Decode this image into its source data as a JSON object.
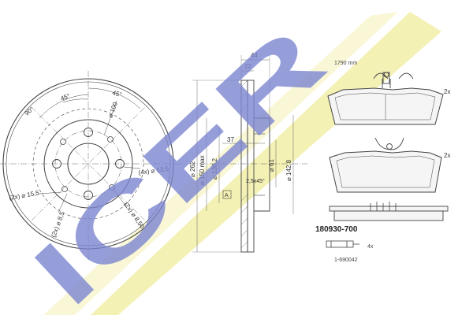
{
  "watermark": {
    "text": "ICER",
    "stripe_color": "#f3efad",
    "letter_color": "#7d86d1"
  },
  "disc_front": {
    "angle_left": "90°",
    "angle_inner": "45°",
    "angle_right": "45°",
    "pcd": "⌀ 100",
    "bolt_hole": "(4x) ⌀ 13,5",
    "hole_a": "(2x) ⌀ 15,5",
    "hole_b": "(2x) ⌀ 8,50",
    "hole_c": "(2x) ⌀ 8,5"
  },
  "disc_section": {
    "width_44": "44",
    "width_22": "22",
    "depth_37": "37",
    "outer_dia": "⌀ 262",
    "hat_dia": "⌀ 150 max",
    "hat_inner": "⌀ 130,2",
    "center_bore": "⌀ 61",
    "hub_dia": "⌀ 142,8",
    "chamfer": "2,5x45°",
    "ref_a": "A"
  },
  "pads": {
    "sensor_note": "1790 mm",
    "qty_top": "2x",
    "qty_bottom": "2x"
  },
  "kit": {
    "part_number": "180930-700",
    "accessory_qty": "4x",
    "accessory_number": "1-690042"
  }
}
